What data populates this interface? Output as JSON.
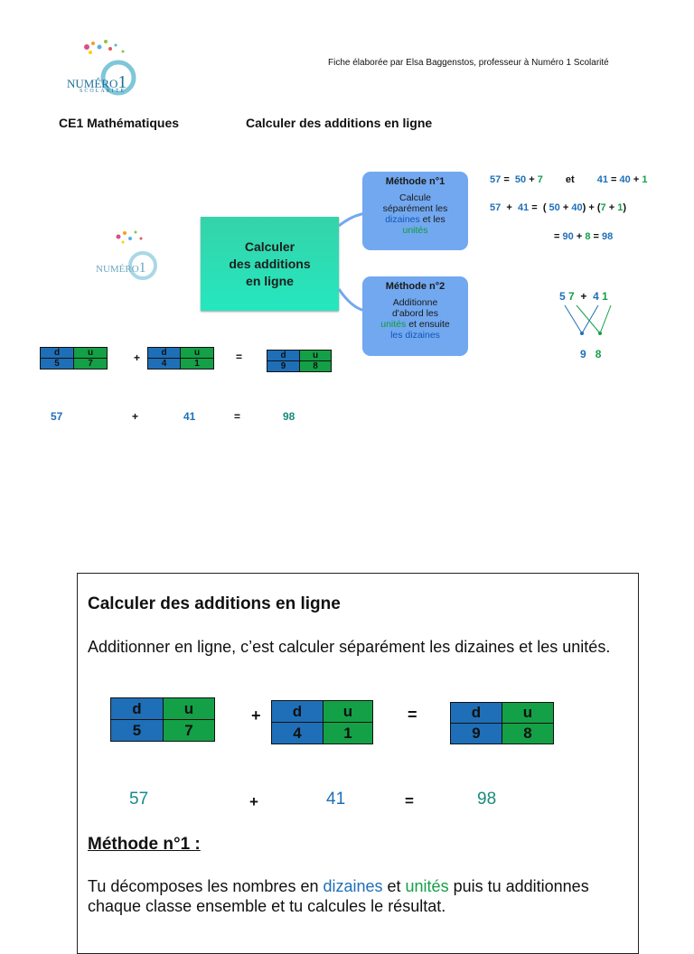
{
  "header": {
    "logo_main": "NUMÉRO",
    "logo_number": "1",
    "logo_sub": "SCOLARITÉ",
    "credit": "Fiche élaborée par Elsa Baggenstos, professeur à Numéro 1 Scolarité",
    "subject": "CE1 Mathématiques",
    "title": "Calculer des additions en ligne"
  },
  "mindmap": {
    "center": [
      "Calculer",
      "des additions",
      "en ligne"
    ],
    "method1": {
      "title": "Méthode n°1",
      "l1": "Calcule",
      "l2": "séparément les",
      "l3a": "dizaines",
      "l3b": " et les",
      "l4": "unités"
    },
    "method2": {
      "title": "Méthode n°2",
      "l1": "Additionne",
      "l2": "d'abord les",
      "l3a": "unités",
      "l3b": " et ensuite",
      "l4": "les dizaines"
    }
  },
  "equations": {
    "line1": {
      "a": "57",
      "eq": "=",
      "b": "50",
      "plus": "+",
      "c": "7",
      "and": "et",
      "d": "41",
      "eq2": "=",
      "e": "40",
      "plus2": "+",
      "f": "1"
    },
    "line2": {
      "a": "57",
      "plus": "+",
      "b": "41",
      "eq": "=",
      "open": "(",
      "c": "50",
      "plus2": "+",
      "d": "40",
      "close": ")",
      "plus3": "+",
      "open2": "(",
      "e": "7",
      "plus4": "+",
      "f": "1",
      "close2": ")"
    },
    "line3": {
      "eq": "=",
      "a": "90",
      "plus": "+",
      "b": "8",
      "eq2": "=",
      "c": "98"
    },
    "method2_top": {
      "d1": "5",
      "u1": "7",
      "plus": "+",
      "d2": "4",
      "u2": "1"
    },
    "method2_result": {
      "d": "9",
      "u": "8"
    }
  },
  "tables": {
    "header_d": "d",
    "header_u": "u",
    "t1": {
      "d": "5",
      "u": "7"
    },
    "t2": {
      "d": "4",
      "u": "1"
    },
    "t3": {
      "d": "9",
      "u": "8"
    },
    "plus": "+",
    "equals": "="
  },
  "numbers_row": {
    "a": "57",
    "plus": "+",
    "b": "41",
    "eq": "=",
    "c": "98"
  },
  "box": {
    "title": "Calculer des additions en ligne",
    "text": "Additionner en ligne, c’est calculer séparément les dizaines et les unités.",
    "method_title": "Méthode n°1 :",
    "text2_a": "Tu décomposes les nombres en ",
    "text2_b": "dizaines",
    "text2_c": " et ",
    "text2_d": "unités",
    "text2_e": " puis tu additionnes chaque classe ensemble et tu calcules le résultat."
  },
  "colors": {
    "dizaines": "#1f6fb8",
    "unites": "#14a046",
    "center_box": "#2ee0b6",
    "method_box": "#72a8ef"
  }
}
